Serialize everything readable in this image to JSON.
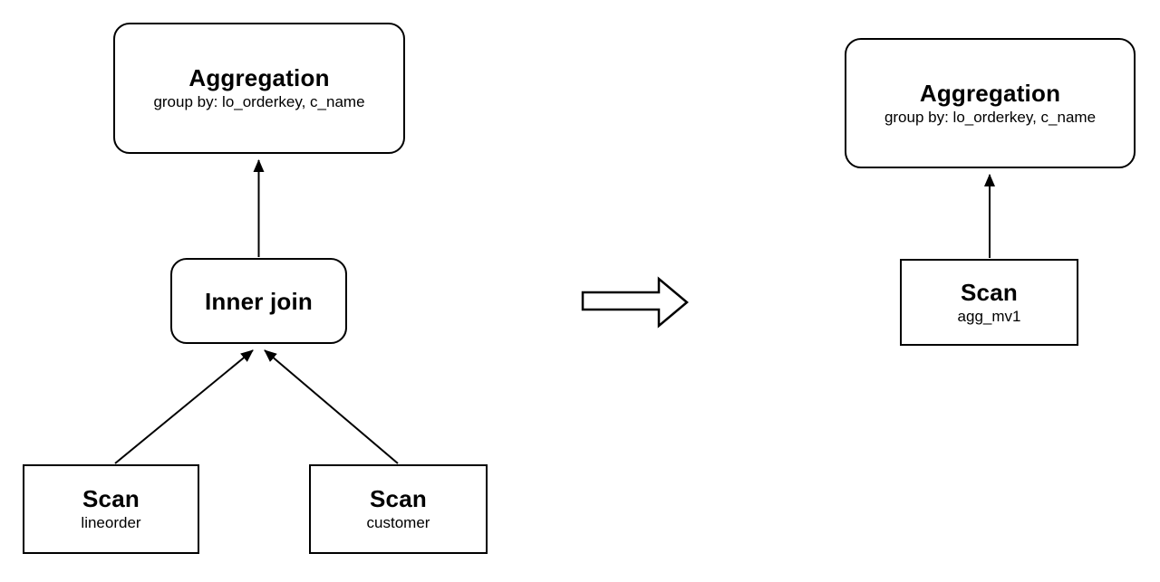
{
  "colors": {
    "background": "#ffffff",
    "stroke": "#000000",
    "text": "#000000",
    "node_fill": "#ffffff"
  },
  "nodes": {
    "agg_before": {
      "title": "Aggregation",
      "subtitle": "group by: lo_orderkey, c_name"
    },
    "inner_join": {
      "title": "Inner join"
    },
    "scan_lineorder": {
      "title": "Scan",
      "subtitle": "lineorder"
    },
    "scan_customer": {
      "title": "Scan",
      "subtitle": "customer"
    },
    "agg_after": {
      "title": "Aggregation",
      "subtitle": "group by: lo_orderkey, c_name"
    },
    "scan_agg_mv1": {
      "title": "Scan",
      "subtitle": "agg_mv1"
    }
  },
  "edges": [
    {
      "from": "inner_join",
      "to": "agg_before"
    },
    {
      "from": "scan_lineorder",
      "to": "inner_join"
    },
    {
      "from": "scan_customer",
      "to": "inner_join"
    },
    {
      "from": "scan_agg_mv1",
      "to": "agg_after"
    }
  ],
  "icons": {
    "transform_arrow": "right-block-arrow"
  }
}
